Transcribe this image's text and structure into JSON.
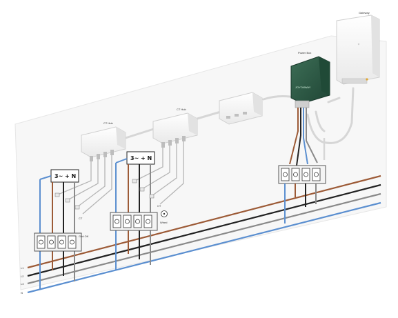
{
  "devices": {
    "gateway": {
      "label": "Gateway"
    },
    "power_box": {
      "label": "Power Box",
      "brand_text": "JOYONWAY"
    },
    "ct_hub_1": {
      "label": "CT Hub"
    },
    "ct_hub_2": {
      "label": "CT Hub"
    },
    "connector_box": {
      "label": ""
    }
  },
  "circuits": [
    {
      "symbol": "3~ + N",
      "ct_label": "CT",
      "load_label": "Grid OK"
    },
    {
      "symbol": "3~ + N",
      "ct_label": "CT",
      "load_label": "Wired"
    }
  ],
  "bus_lines": [
    {
      "label": "L1",
      "color": "#9c5a36"
    },
    {
      "label": "L2",
      "color": "#222222"
    },
    {
      "label": "L3",
      "color": "#8a8a8a"
    },
    {
      "label": "N",
      "color": "#5b8fd0"
    }
  ]
}
